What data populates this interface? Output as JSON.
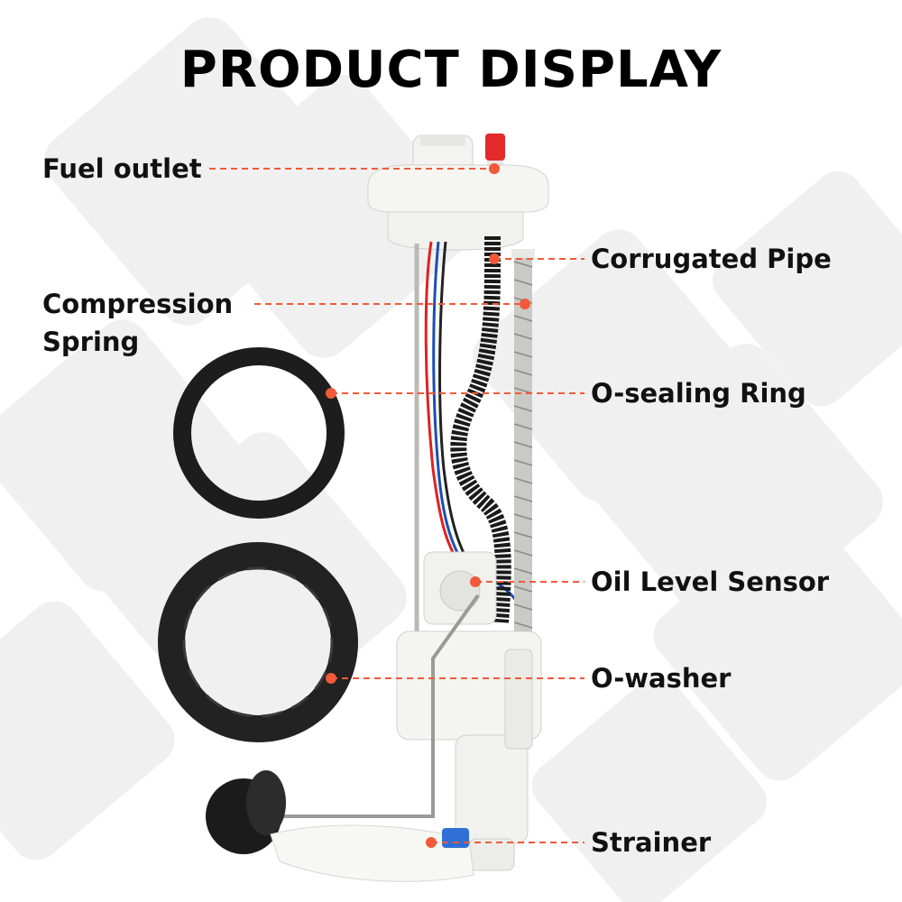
{
  "title": "PRODUCT DISPLAY",
  "colors": {
    "accent": "#f05a3a",
    "text": "#111111",
    "background_shapes": "#ececec"
  },
  "labels": {
    "fuel_outlet": "Fuel outlet",
    "compression_spring": "Compression\nSpring",
    "corrugated_pipe": "Corrugated Pipe",
    "o_sealing_ring": "O-sealing Ring",
    "oil_level_sensor": "Oil Level Sensor",
    "o_washer": "O-washer",
    "strainer": "Strainer"
  }
}
